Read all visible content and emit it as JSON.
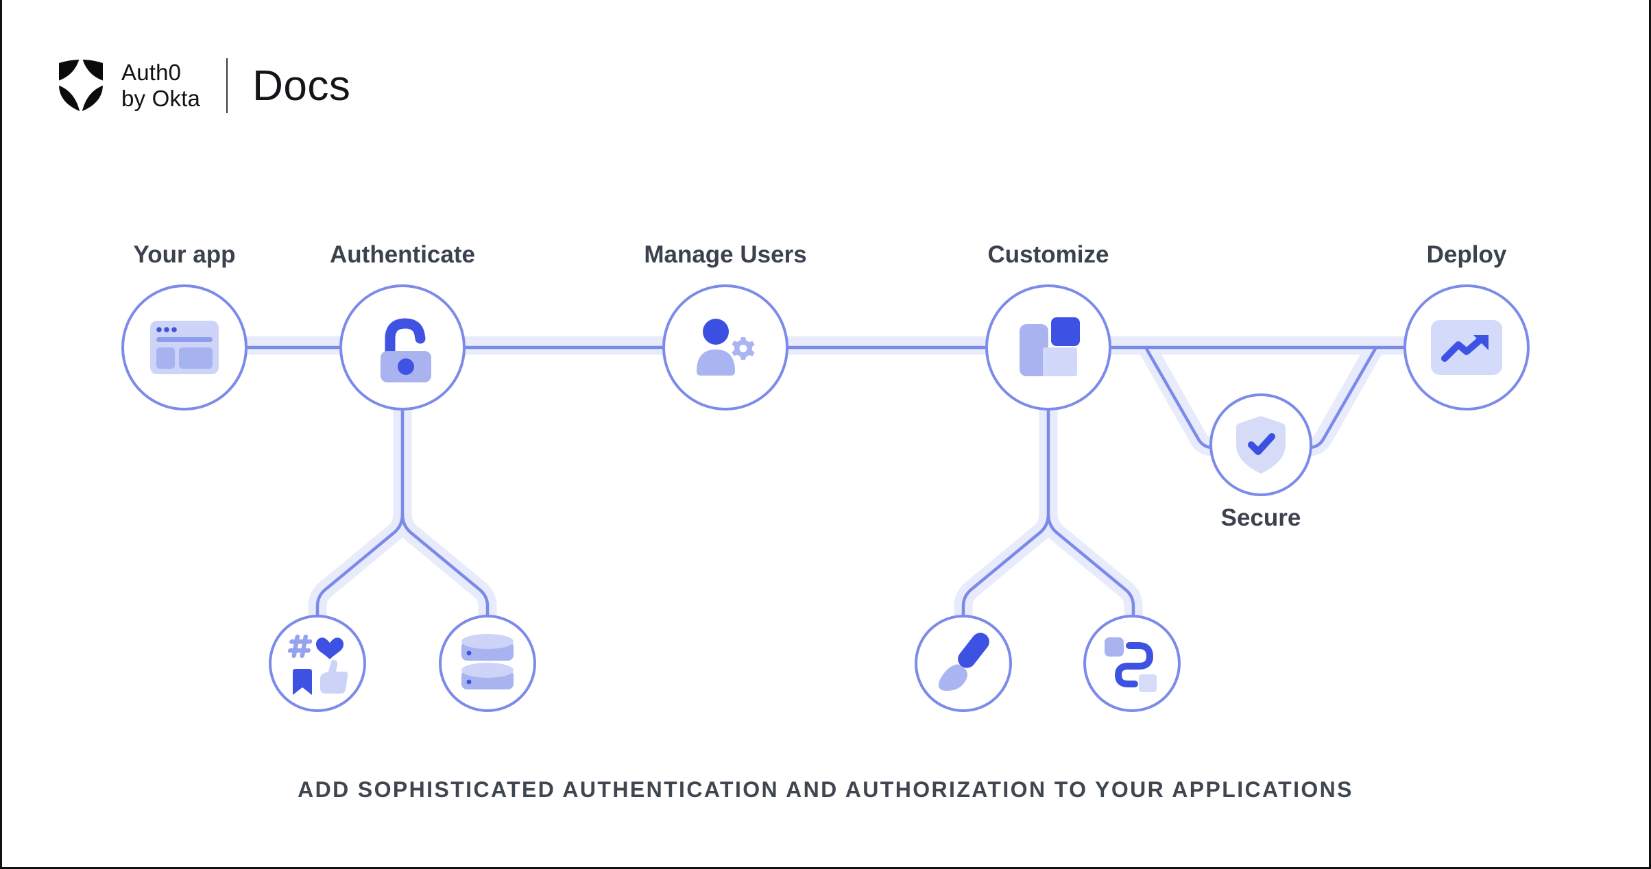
{
  "header": {
    "brand_line1": "Auth0",
    "brand_line2": "by Okta",
    "product": "Docs"
  },
  "diagram": {
    "nodes": [
      {
        "id": "your-app",
        "label": "Your app",
        "icon": "browser-window-icon"
      },
      {
        "id": "authenticate",
        "label": "Authenticate",
        "icon": "unlock-icon"
      },
      {
        "id": "manage-users",
        "label": "Manage Users",
        "icon": "user-gear-icon"
      },
      {
        "id": "customize",
        "label": "Customize",
        "icon": "layout-blocks-icon"
      },
      {
        "id": "deploy",
        "label": "Deploy",
        "icon": "trend-up-icon"
      },
      {
        "id": "secure",
        "label": "Secure",
        "icon": "shield-check-icon"
      }
    ],
    "sub_nodes": [
      {
        "parent": "authenticate",
        "icon": "social-reactions-icon"
      },
      {
        "parent": "authenticate",
        "icon": "database-icon"
      },
      {
        "parent": "customize",
        "icon": "paintbrush-icon"
      },
      {
        "parent": "customize",
        "icon": "workflow-icon"
      }
    ],
    "colors": {
      "node_border": "#7c8be9",
      "connector_line": "#7b8ae9",
      "connector_band": "#e8ebfb",
      "accent_blue": "#3d52e2",
      "lavender_mid": "#a9b3f0",
      "lavender_light": "#d4daf9",
      "label_text": "#3b424d"
    }
  },
  "tagline": "ADD SOPHISTICATED AUTHENTICATION AND AUTHORIZATION TO YOUR APPLICATIONS"
}
